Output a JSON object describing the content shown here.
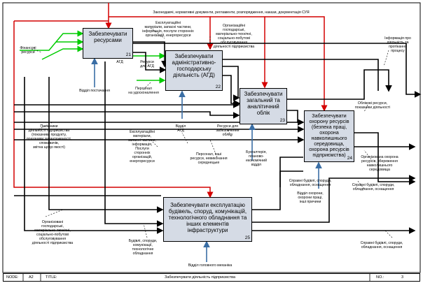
{
  "diagram": {
    "boxes": [
      {
        "id": "b21",
        "title": "Забезпечувати\nресурсами",
        "number": "21"
      },
      {
        "id": "b22",
        "title": "Забезпечувати\nадміністративно-\nгосподарську\nдіяльність (АГД)",
        "number": "22"
      },
      {
        "id": "b23",
        "title": "Забезпечувати\nзагальний та\nаналітичний\nоблік",
        "number": "23"
      },
      {
        "id": "b24",
        "title": "Забезпечувати\nохорону ресурсів\n(безпека праці,\nохорона\nнавколишнього\nсередовища,\nохорона ресурсів\nпідприємства)",
        "number": "24"
      },
      {
        "id": "b25",
        "title": "Забезпечувати експлуатацію\nбудівель, споруд, комунікацій,\nтехнологічного обладнання та\nінших елементів\nінфраструктури",
        "number": "25"
      }
    ],
    "labels": {
      "top_control": "Законодавчі, нормативні документи, регламенти, розпорядження, накази, документація СУЯ",
      "materials_top": "Експлуатаційні\nматеріали, запасні частини,\nінформація, послуги сторонніх\nорганізацій, енергоресурси",
      "financial": "Фінансові ресурси",
      "resources_agd": "Ресурси\nдля АГД",
      "agd_a2": "АГД",
      "dept_supply": "Відділ постачання",
      "personnel": "Персонал\nна удосконалення",
      "org_structures": "Організаційні\nгосподарські,\nматеріально-технічні,\nсоціально-побутові\nобслуговування\nдіяльності підприємства",
      "info_top_right": "Інформація про\nдіяльність та\nпротікання\nпроцесу",
      "indicators": "Показники\nдіяльності підприємства\n(показники продукту,\nпоказники завантаженості,\nспоживачів,\nзвітна щодо якості)",
      "op_materials": "Експлуатаційні\nматеріали,\nзапасні частини,\nінформація,\nПослуги\nсторонніх\nорганізацій,\nенергоресурси",
      "dept_agd": "Відділ\nАГД",
      "personnel_other": "Персонал, інші\nресурси, невиконання\nсереднецьке",
      "resources_accounting": "Ресурси для\nзабезпечення\nобліку",
      "accounting_dept": "Бухгалтерія,\nпланово-\nекономічний\nвідділ",
      "recorded_resources": "Облікові ресурси,\nпоказники діяльності",
      "organized_protection": "Організована охорона\nресурсів, збереження навколишнього\nсередовища",
      "protection_dept": "Відділ охорони,\nохорони праці,\nінші причини",
      "serviceable_top": "Справні будівлі, споруди,\nобладнання, оснащення",
      "serviceable_right": "Справні будівлі, споруди,\nобладнання, оснащення",
      "org_household": "Організовані\nгосподарські,\nматеріально-технічні,\nсоціально-побутові\nобслуговування\nдіяльності підприємства",
      "buildings": "Будівлі, споруди,\nкомунікації,\nтехнологічне\nобладнання",
      "dept_chief_mech": "Відділ головного механіка",
      "serviceable_bottom": "Справні будівлі, споруди,\nобладнання, оснащення"
    },
    "footer": {
      "node_label": "NODE:",
      "node": "A2",
      "title_label": "TITLE:",
      "title": "Забезпечувати діяльність підприємства",
      "no_label": "NO.:",
      "no": "3"
    },
    "colors": {
      "box_fill": "#d5dbe5",
      "control_red": "#d40000",
      "input_green": "#00cc00",
      "mechanism_blue": "#3a6ea5"
    }
  }
}
